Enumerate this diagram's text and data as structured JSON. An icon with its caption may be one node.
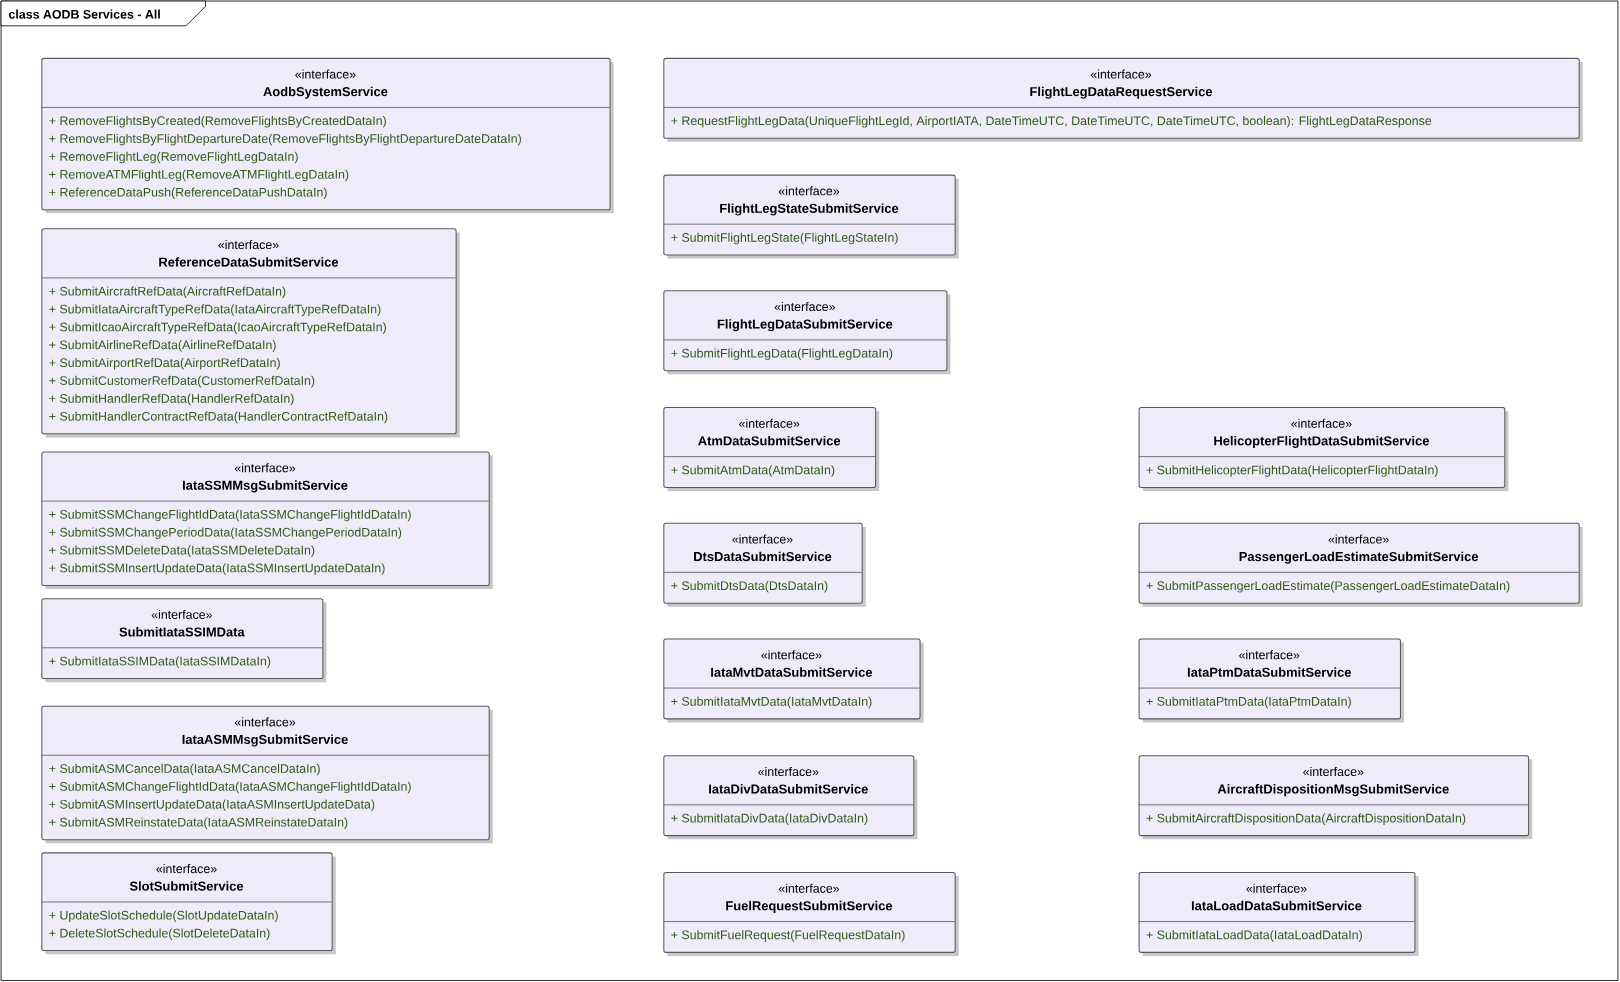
{
  "diagram": {
    "title": "class AODB Services - All",
    "nodes": [
      {
        "text": [
          "«interface»",
          "AodbSystemService",
          "+ RemoveFlightsByCreated(RemoveFlightsByCreatedDataIn)",
          "+ RemoveFlightsByFlightDepartureDate(RemoveFlightsByFlightDepartureDateDataIn)",
          "+ RemoveFlightLeg(RemoveFlightLegDataIn)",
          "+ RemoveATMFlightLeg(RemoveATMFlightLegDataIn)",
          "+ ReferenceDataPush(ReferenceDataPushDataIn)"
        ]
      },
      {
        "text": [
          "«interface»",
          "ReferenceDataSubmitService",
          "+ SubmitAircraftRefData(AircraftRefDataIn)",
          "+ SubmitIataAircraftTypeRefData(IataAircraftTypeRefDataIn)",
          "+ SubmitIcaoAircraftTypeRefData(IcaoAircraftTypeRefDataIn)",
          "+ SubmitAirlineRefData(AirlineRefDataIn)",
          "+ SubmitAirportRefData(AirportRefDataIn)",
          "+ SubmitCustomerRefData(CustomerRefDataIn)",
          "+ SubmitHandlerRefData(HandlerRefDataIn)",
          "+ SubmitHandlerContractRefData(HandlerContractRefDataIn)"
        ]
      },
      {
        "text": [
          "«interface»",
          "IataSSMMsgSubmitService",
          "+ SubmitSSMChangeFlightIdData(IataSSMChangeFlightIdDataIn)",
          "+ SubmitSSMChangePeriodData(IataSSMChangePeriodDataIn)",
          "+ SubmitSSMDeleteData(IataSSMDeleteDataIn)",
          "+ SubmitSSMInsertUpdateData(IataSSMInsertUpdateDataIn)"
        ]
      },
      {
        "text": [
          "«interface»",
          "SubmitIataSSIMData",
          "+ SubmitIataSSIMData(IataSSIMDataIn)"
        ]
      },
      {
        "text": [
          "«interface»",
          "IataASMMsgSubmitService",
          "+ SubmitASMCancelData(IataASMCancelDataIn)",
          "+ SubmitASMChangeFlightIdData(IataASMChangeFlightIdDataIn)",
          "+ SubmitASMInsertUpdateData(IataASMInsertUpdateData)",
          "+ SubmitASMReinstateData(IataASMReinstateDataIn)"
        ]
      },
      {
        "text": [
          "«interface»",
          "SlotSubmitService",
          "+ UpdateSlotSchedule(SlotUpdateDataIn)",
          "+ DeleteSlotSchedule(SlotDeleteDataIn)"
        ]
      },
      {
        "text": [
          "«interface»",
          "FlightLegDataRequestService",
          "+ RequestFlightLegData(UniqueFlightLegId, AirportIATA, DateTimeUTC, DateTimeUTC, DateTimeUTC, boolean): FlightLegDataResponse"
        ]
      },
      {
        "text": [
          "«interface»",
          "FlightLegStateSubmitService",
          "+ SubmitFlightLegState(FlightLegStateIn)"
        ]
      },
      {
        "text": [
          "«interface»",
          "FlightLegDataSubmitService",
          "+ SubmitFlightLegData(FlightLegDataIn)"
        ]
      },
      {
        "text": [
          "«interface»",
          "AtmDataSubmitService",
          "+ SubmitAtmData(AtmDataIn)"
        ]
      },
      {
        "text": [
          "«interface»",
          "DtsDataSubmitService",
          "+ SubmitDtsData(DtsDataIn)"
        ]
      },
      {
        "text": [
          "«interface»",
          "IataMvtDataSubmitService",
          "+ SubmitIataMvtData(IataMvtDataIn)"
        ]
      },
      {
        "text": [
          "«interface»",
          "IataDivDataSubmitService",
          "+ SubmitIataDivData(IataDivDataIn)"
        ]
      },
      {
        "text": [
          "«interface»",
          "FuelRequestSubmitService",
          "+ SubmitFuelRequest(FuelRequestDataIn)"
        ]
      },
      {
        "text": [
          "«interface»",
          "HelicopterFlightDataSubmitService",
          "+ SubmitHelicopterFlightData(HelicopterFlightDataIn)"
        ]
      },
      {
        "text": [
          "«interface»",
          "PassengerLoadEstimateSubmitService",
          "+ SubmitPassengerLoadEstimate(PassengerLoadEstimateDataIn)"
        ]
      },
      {
        "text": [
          "«interface»",
          "IataPtmDataSubmitService",
          "+ SubmitIataPtmData(IataPtmDataIn)"
        ]
      },
      {
        "text": [
          "«interface»",
          "AircraftDispositionMsgSubmitService",
          "+ SubmitAircraftDispositionData(AircraftDispositionDataIn)"
        ]
      },
      {
        "text": [
          "«interface»",
          "IataLoadDataSubmitService",
          "+ SubmitIataLoadData(IataLoadDataIn)"
        ]
      }
    ]
  }
}
